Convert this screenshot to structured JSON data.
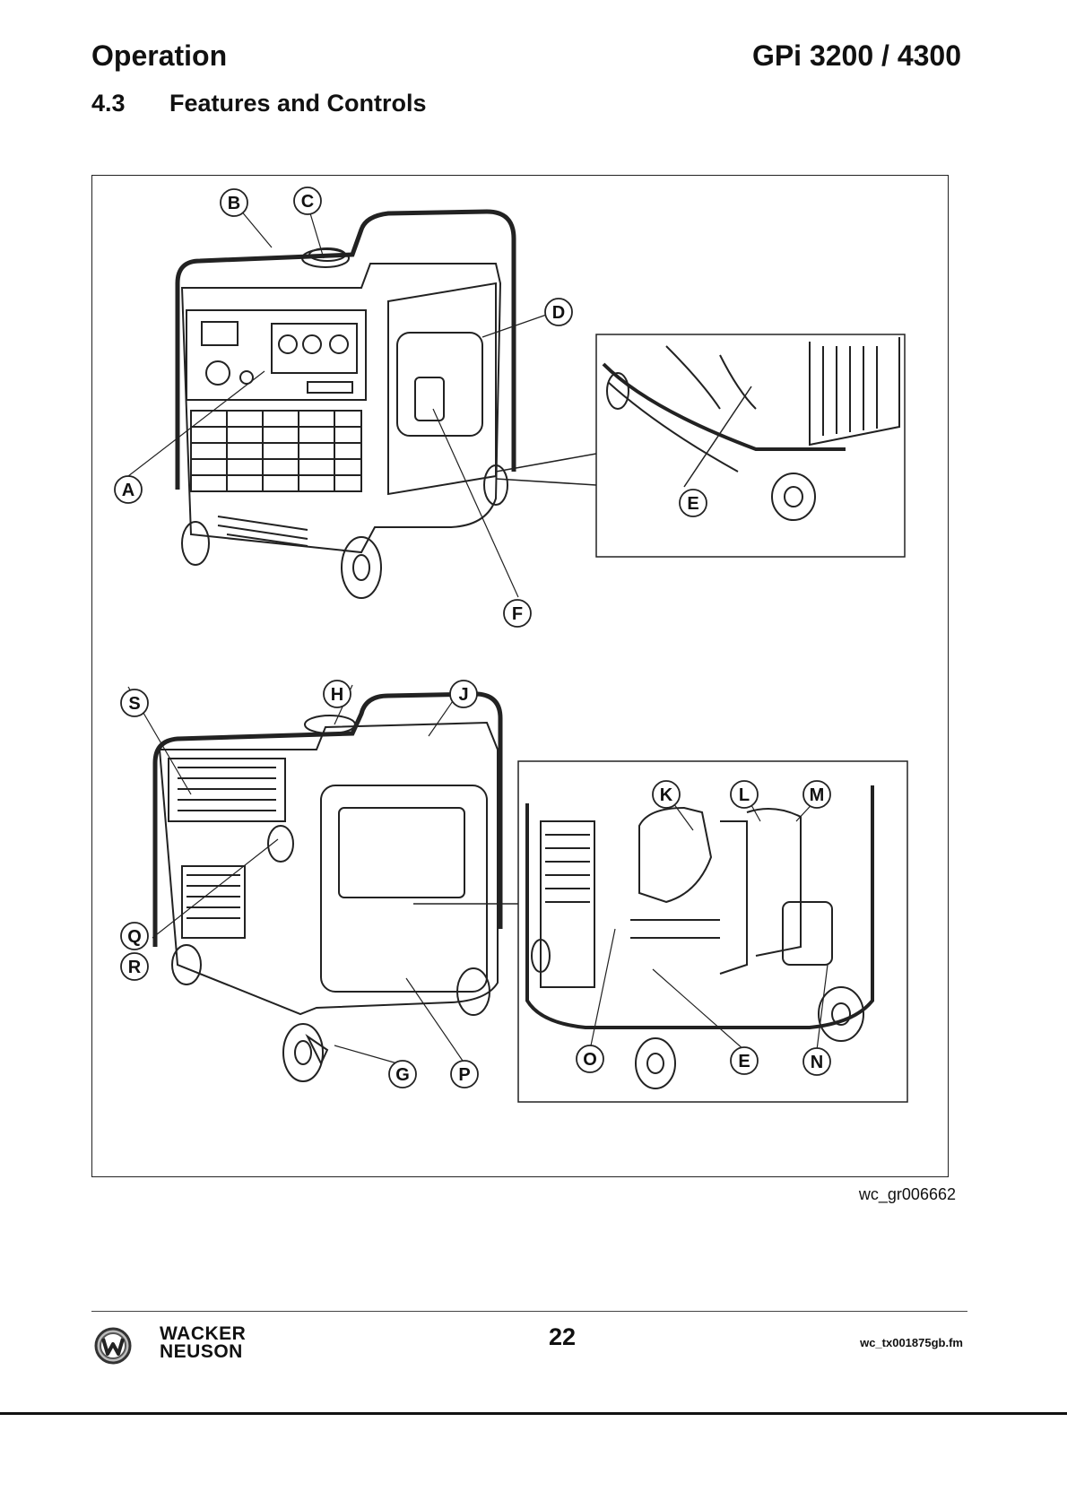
{
  "header": {
    "section": "Operation",
    "model": "GPi 3200 / 4300"
  },
  "section": {
    "number": "4.3",
    "title": "Features and Controls"
  },
  "figure": {
    "id": "wc_gr006662",
    "callouts": [
      "A",
      "B",
      "C",
      "D",
      "E",
      "F",
      "G",
      "H",
      "J",
      "K",
      "L",
      "M",
      "N",
      "O",
      "P",
      "Q",
      "R",
      "S"
    ]
  },
  "footer": {
    "brand_line1": "WACKER",
    "brand_line2": "NEUSON",
    "page_number": "22",
    "file_id": "wc_tx001875gb.fm"
  }
}
